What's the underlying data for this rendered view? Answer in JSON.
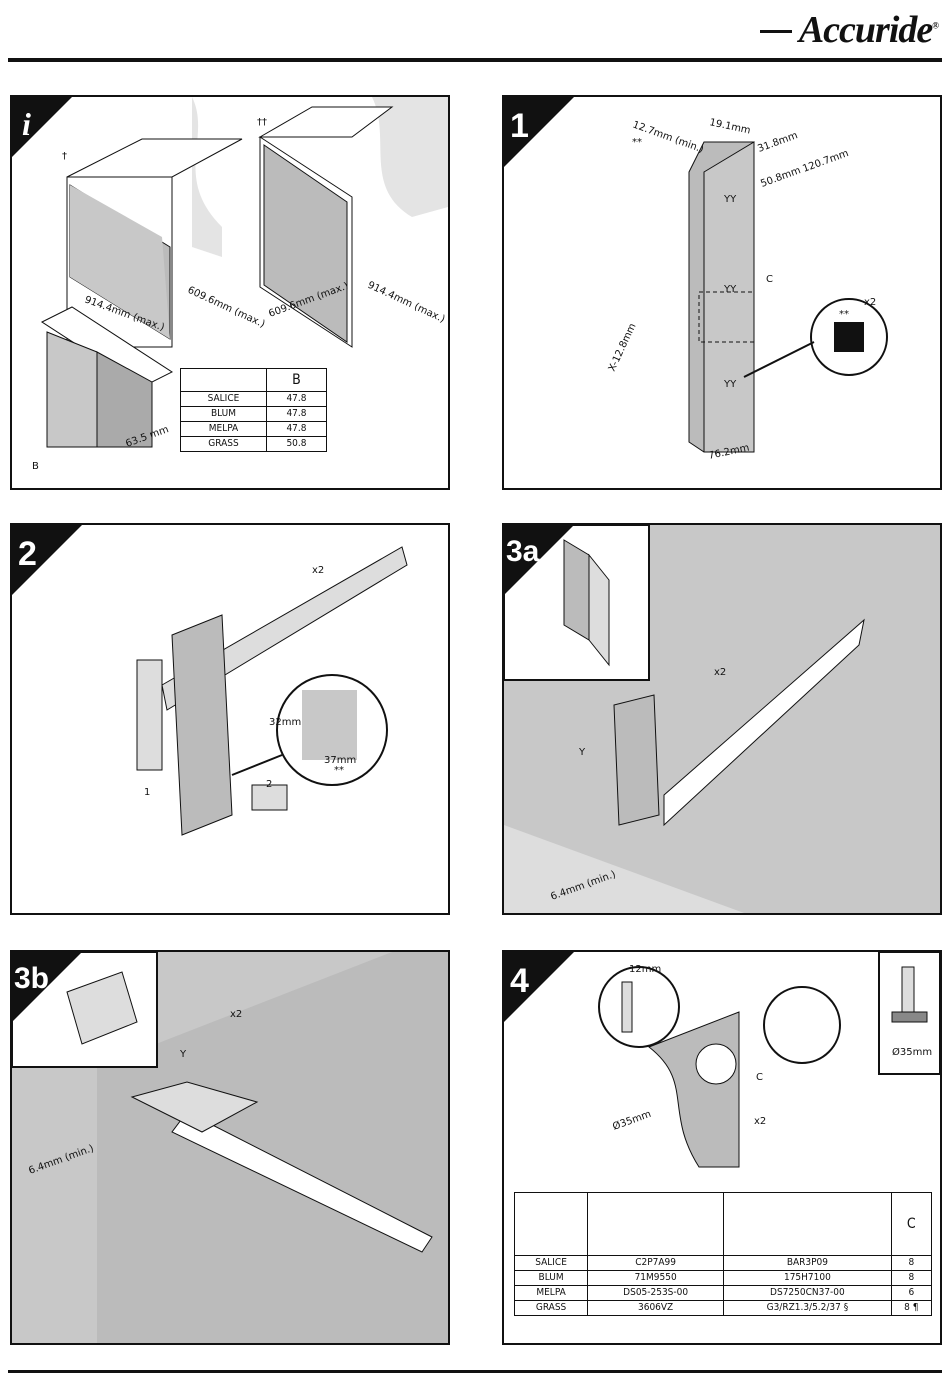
{
  "brand": {
    "logo": "Accuride",
    "reg": "®"
  },
  "panels": {
    "i": {
      "step": "i",
      "cab1_mark": "†",
      "cab2_mark": "††",
      "w1": "914.4mm (max.)",
      "h1": "609.6mm (max.)",
      "w2": "609.6mm (max.)",
      "h2": "914.4mm (max.)",
      "depth": "63.5 mm",
      "b_mark": "B",
      "table": {
        "header": [
          "",
          "B"
        ],
        "rows": [
          [
            "SALICE",
            "47.8"
          ],
          [
            "BLUM",
            "47.8"
          ],
          [
            "MELPA",
            "47.8"
          ],
          [
            "GRASS",
            "50.8"
          ]
        ]
      }
    },
    "s1": {
      "step": "1",
      "d_top": "19.1mm",
      "d_min": "12.7mm (min.)",
      "d_star": "**",
      "d_318": "31.8mm",
      "d_508": "50.8mm",
      "d_1207": "120.7mm",
      "d_x": "X-12.8mm",
      "d_762": "76.2mm",
      "yy": "YY",
      "cl": "C",
      "qty": "x2",
      "star2": "**"
    },
    "s2": {
      "step": "2",
      "qty": "x2",
      "d_32": "32mm",
      "d_37": "37mm",
      "star": "**",
      "n1": "1",
      "n2": "2"
    },
    "s3a": {
      "step": "3a",
      "qty": "x2",
      "y": "Y",
      "min": "6.4mm (min.)"
    },
    "s3b": {
      "step": "3b",
      "qty": "x2",
      "y": "Y",
      "min": "6.4mm (min.)"
    },
    "s4": {
      "step": "4",
      "d_12": "12mm",
      "d_35": "Ø35mm",
      "d_35b": "Ø35mm",
      "c": "C",
      "qty": "x2",
      "table": {
        "header": [
          "",
          "",
          "",
          "C"
        ],
        "rows": [
          [
            "SALICE",
            "C2P7A99",
            "BAR3P09",
            "8"
          ],
          [
            "BLUM",
            "71M9550",
            "175H7100",
            "8"
          ],
          [
            "MELPA",
            "DS05-253S-00",
            "DS7250CN37-00",
            "6"
          ],
          [
            "GRASS",
            "3606VZ",
            "G3/RZ1.3/5.2/37 §",
            "8 ¶"
          ]
        ]
      }
    }
  }
}
